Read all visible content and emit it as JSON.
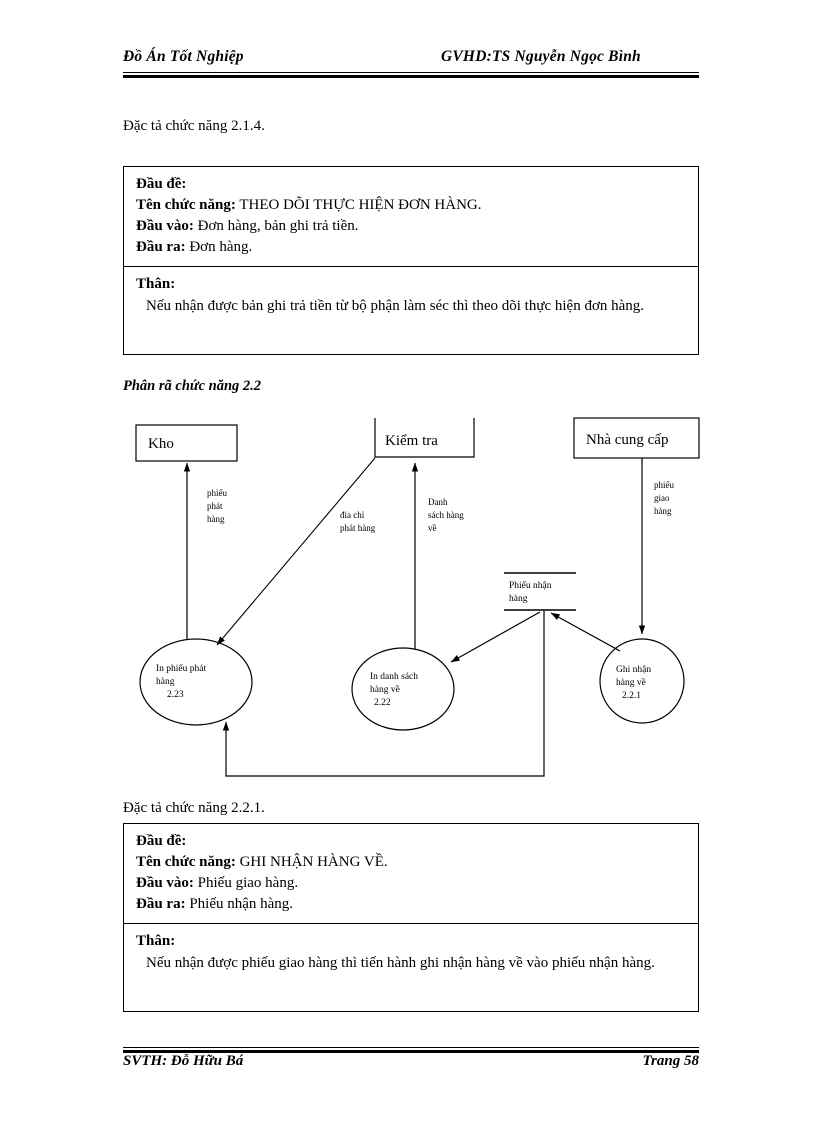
{
  "header": {
    "left": "Đồ Án Tốt Nghiệp",
    "right": "GVHD:TS  Nguyễn Ngọc Bình"
  },
  "footer": {
    "left": "SVTH: Đỗ Hữu Bá",
    "right": "Trang 58"
  },
  "captions": {
    "spec_214": "Đặc tả chức năng 2.1.4.",
    "decomposition_22": "Phân rã chức năng 2.2",
    "spec_221": "Đặc tả chức năng 2.2.1."
  },
  "spec_214": {
    "head": {
      "title_label": "Đầu đề:",
      "name_label": "Tên chức năng:",
      "name_value": "THEO  DÕI THỰC HIỆN ĐƠN HÀNG.",
      "input_label": "Đầu vào:",
      "input_value": "Đơn hàng,  bản ghi trả tiền.",
      "output_label": "Đầu  ra:",
      "output_value": "Đơn hàng."
    },
    "body": {
      "label": "Thân:",
      "text": "Nếu nhận được bản ghi trả tiền  từ bộ phận  làm séc thì theo dõi thực hiện đơn hàng."
    }
  },
  "spec_221": {
    "head": {
      "title_label": "Đầu đề:",
      "name_label": "Tên chức năng:",
      "name_value": "GHI NHẬN  HÀNG VỀ.",
      "input_label": "Đầu vào:",
      "input_value": "Phiếu giao hàng.",
      "output_label": "Đầu  ra:",
      "output_value": "Phiếu nhận hàng."
    },
    "body": {
      "label": "Thân:",
      "text": "Nếu nhận được phiếu giao hàng  thì tiến hành ghi nhận hàng về  vào  phiếu nhận hàng."
    }
  },
  "diagram": {
    "entities": [
      {
        "id": "kho",
        "label": "Kho"
      },
      {
        "id": "kiem-tra",
        "label": "Kiểm tra"
      },
      {
        "id": "nha-cung-cap",
        "label": "Nhà cung cấp"
      }
    ],
    "processes": [
      {
        "id": "p223",
        "l1": "In phiếu phát",
        "l2": "hàng",
        "num": "2.23"
      },
      {
        "id": "p222",
        "l1": "In danh sách",
        "l2": "hàng về",
        "num": "2.22"
      },
      {
        "id": "p221",
        "l1": "Ghi nhận",
        "l2": "hàng về",
        "num": "2.2.1"
      }
    ],
    "store": {
      "id": "phieu-nhan-hang",
      "l1": "Phiếu  nhận",
      "l2": "hàng"
    },
    "flows": [
      {
        "id": "phieu-phat-hang",
        "l1": "phiếu",
        "l2": "phát",
        "l3": "hàng"
      },
      {
        "id": "dia-chi-phat-hang",
        "l1": "đia chỉ",
        "l2": "phát hàng",
        "l3": ""
      },
      {
        "id": "danh-sach-hang-ve",
        "l1": "Danh",
        "l2": "sách hàng",
        "l3": "về"
      },
      {
        "id": "phieu-giao-hang",
        "l1": "phiếu",
        "l2": "giao",
        "l3": "hàng"
      }
    ]
  }
}
